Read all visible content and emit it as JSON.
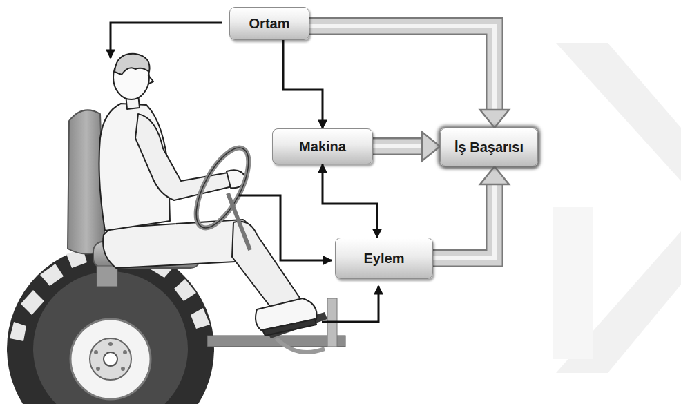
{
  "diagram": {
    "nodes": [
      {
        "text": [
          "Ortam"
        ]
      },
      {
        "text": [
          "Makina"
        ]
      },
      {
        "text": [
          "İş Başarısı"
        ]
      },
      {
        "text": [
          "Eylem"
        ]
      }
    ],
    "edges": [
      {
        "from": 0,
        "to": 1,
        "arrow": "to"
      },
      {
        "from": 0,
        "to": 2,
        "arrow": "to"
      },
      {
        "from": 1,
        "to": 2,
        "arrow": "to"
      },
      {
        "from": 1,
        "to": 3,
        "arrow": "both"
      },
      {
        "from": 3,
        "to": 2,
        "arrow": "to"
      }
    ]
  }
}
